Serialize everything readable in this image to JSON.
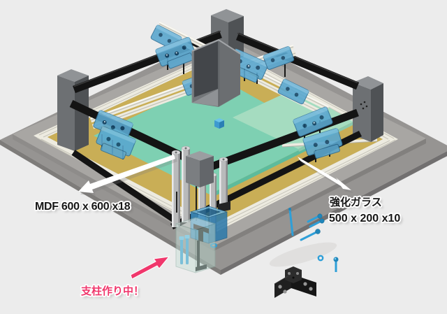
{
  "annotations": {
    "mdf_label": "MDF 600 x 600 x18",
    "glass_label_line1": "強化ガラス",
    "glass_label_line2": "500 x 200 x10",
    "pillar_label": "支柱作り中！",
    "arrows": {
      "mdf": "arrow-down-left-white",
      "glass": "arrow-down-right-white",
      "pillar": "arrow-up-right-pink"
    }
  },
  "colors": {
    "background": "#ececec",
    "base_gray": "#a8a6a3",
    "base_gray_under": "#969492",
    "rail_ivory": "#edebe0",
    "mdf_yellow": "#c9ae56",
    "bed_green": "#7ed0b2",
    "glass_green": "#a5dcc0",
    "beam_black": "#141414",
    "pillar_top": "#909396",
    "pillar_front": "#6d7073",
    "pillar_side": "#4f5255",
    "carriage_blue": "#5aa7cf",
    "carriage_edge": "#2f6f96",
    "part_blue": "#2e9fd8",
    "hopper_mid": "#74777a",
    "hopper_dark": "#43464a",
    "arrow_white": "#ffffff",
    "accent_pink": "#f0376c",
    "label_black": "#161616"
  }
}
